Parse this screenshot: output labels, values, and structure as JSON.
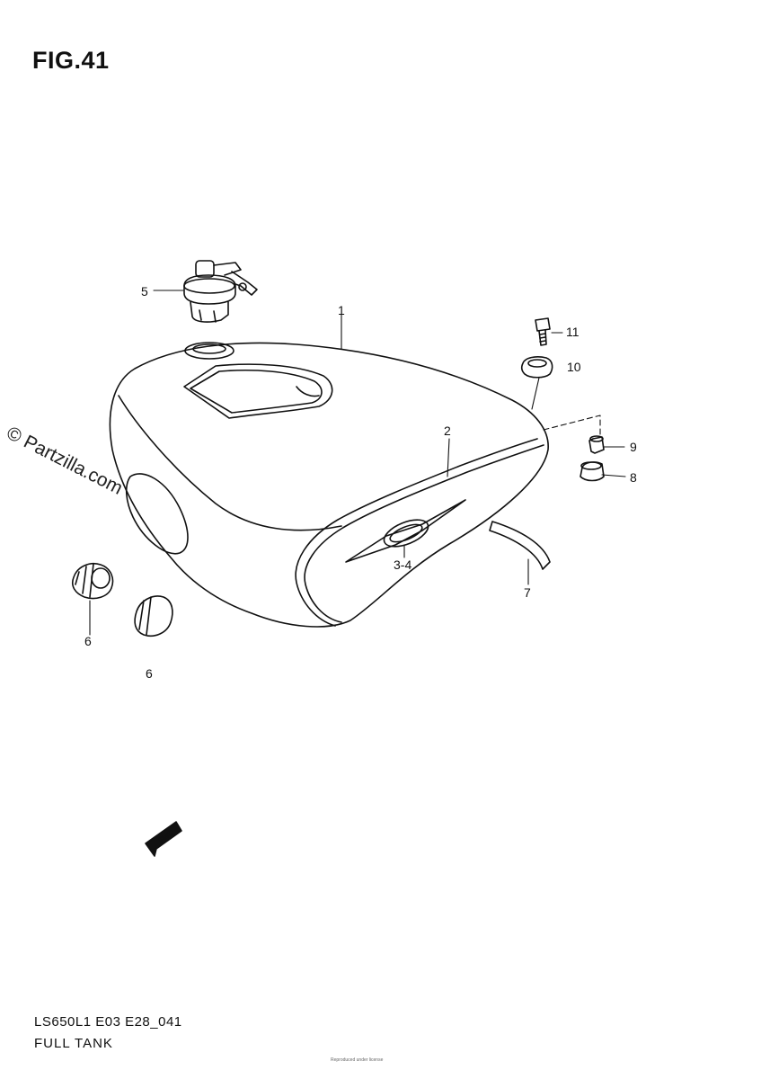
{
  "figure": {
    "title": "FIG.41",
    "watermark": "© Partzilla.com",
    "model_code": "LS650L1 E03 E28_041",
    "section_name": "FULL TANK",
    "fwd_label": "FWD",
    "footer_note": "Reproduced under license"
  },
  "callouts": [
    {
      "id": "1",
      "label": "1"
    },
    {
      "id": "2",
      "label": "2"
    },
    {
      "id": "3-4",
      "label": "3-4"
    },
    {
      "id": "5",
      "label": "5"
    },
    {
      "id": "6a",
      "label": "6"
    },
    {
      "id": "6b",
      "label": "6"
    },
    {
      "id": "7",
      "label": "7"
    },
    {
      "id": "8",
      "label": "8"
    },
    {
      "id": "9",
      "label": "9"
    },
    {
      "id": "10",
      "label": "10"
    },
    {
      "id": "11",
      "label": "11"
    }
  ],
  "colors": {
    "line": "#111111",
    "background": "#ffffff"
  }
}
